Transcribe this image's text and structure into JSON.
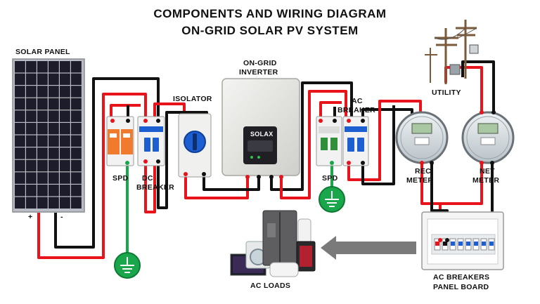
{
  "title": {
    "line1": "COMPONENTS AND WIRING DIAGRAM",
    "line2": "ON-GRID SOLAR PV SYSTEM"
  },
  "labels": {
    "solar_panel": "SOLAR PANEL",
    "plus": "+",
    "minus": "-",
    "spd_dc": "SPD",
    "dc_breaker_1": "DC",
    "dc_breaker_2": "BREAKER",
    "isolator": "ISOLATOR",
    "inverter_1": "ON-GRID",
    "inverter_2": "INVERTER",
    "inverter_brand": "SOLAX",
    "spd_ac": "SPD",
    "ac_breaker_1": "AC",
    "ac_breaker_2": "BREAKER",
    "rec_meter_1": "REC",
    "rec_meter_2": "METER",
    "net_meter_1": "NET",
    "net_meter_2": "METER",
    "utility": "UTILITY",
    "ac_loads": "AC LOADS",
    "panel_board_1": "AC BREAKERS",
    "panel_board_2": "PANEL BOARD"
  },
  "colors": {
    "wire_positive": "#e8141c",
    "wire_negative": "#111111",
    "wire_ground": "#1aa64a",
    "spd_orange": "#f07a2e",
    "breaker_blue": "#1d5fd1",
    "panel_cell": "#1c1c2a",
    "arrow_grey": "#7a7a7a"
  },
  "icons": {
    "ground": "ground-icon",
    "utility_pole": "utility-pole-icon",
    "appliances": "appliance-group-icon"
  }
}
